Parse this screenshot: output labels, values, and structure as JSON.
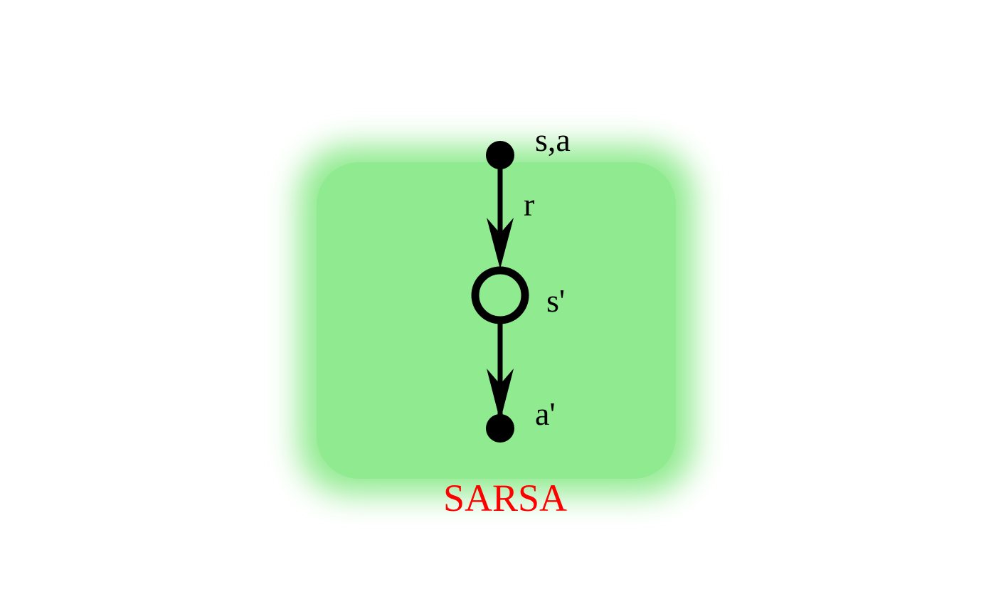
{
  "diagram": {
    "title": "SARSA",
    "nodes": {
      "start": {
        "label": "s,a"
      },
      "state": {
        "label": "s'"
      },
      "action": {
        "label": "a'"
      }
    },
    "edges": {
      "reward": {
        "label": "r"
      }
    }
  },
  "colors": {
    "background": "#ffffff",
    "panel": "#90ea8f",
    "title": "#ff0000",
    "ink": "#000000"
  }
}
